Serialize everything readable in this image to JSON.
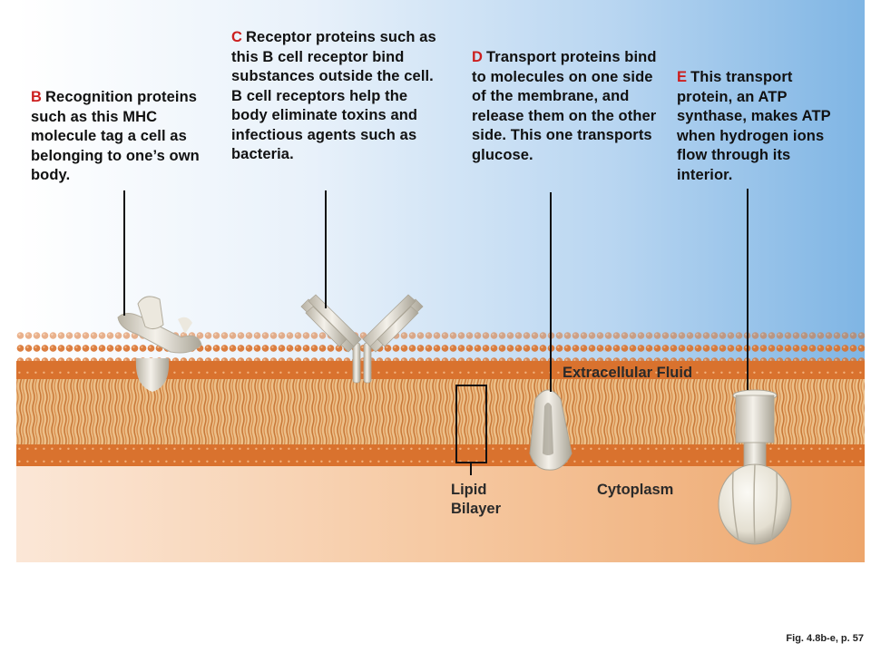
{
  "captions": {
    "b": {
      "letter": "B",
      "text": "Recognition proteins such as this MHC molecule tag a cell as belonging to one’s own body."
    },
    "c": {
      "letter": "C",
      "text": "Receptor proteins such as this B cell receptor bind substances outside the cell. B cell receptors help the body eliminate toxins and infectious agents such as bacteria."
    },
    "d": {
      "letter": "D",
      "text": "Transport proteins bind to molecules on one side of the membrane, and release them on the other side. This one transports glucose."
    },
    "e": {
      "letter": "E",
      "text": "This transport protein, an ATP synthase, makes ATP when hydrogen ions flow through its interior."
    }
  },
  "labels": {
    "extracellular": "Extracellular Fluid",
    "cytoplasm": "Cytoplasm",
    "lipid_bilayer_line1": "Lipid",
    "lipid_bilayer_line2": "Bilayer"
  },
  "figure_ref": "Fig. 4.8b-e, p. 57",
  "colors": {
    "caption_letter": "#cc1f1f",
    "membrane_head": "#d9722e",
    "membrane_tail": "#e5a45f",
    "extracellular_fluid": "#7fb5e4",
    "cytoplasm": "#eda66c",
    "protein": "#e8e4d8"
  }
}
